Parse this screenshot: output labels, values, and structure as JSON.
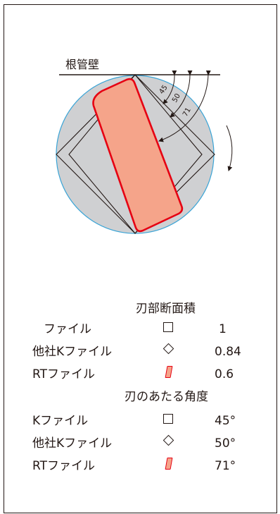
{
  "diagram": {
    "wall_label": "根管壁",
    "angle_labels": [
      "45",
      "50",
      "71"
    ],
    "colors": {
      "circle_fill": "#cfd0d2",
      "circle_stroke": "#3aa4d6",
      "rt_fill": "#f5a48a",
      "rt_stroke": "#e60012",
      "line": "#231815"
    }
  },
  "section_area": {
    "title": "刃部断面積",
    "rows": [
      {
        "name": "ファイル",
        "symbol": "square-icon",
        "value": "1"
      },
      {
        "name": "他社Kファイル",
        "symbol": "diamond-icon",
        "value": "0.84"
      },
      {
        "name": "RTファイル",
        "symbol": "rt-blade-icon",
        "value": "0.6"
      }
    ]
  },
  "section_angle": {
    "title": "刃のあたる角度",
    "rows": [
      {
        "name": "Kファイル",
        "symbol": "square-icon",
        "value": "45°"
      },
      {
        "name": "他社Kファイル",
        "symbol": "diamond-icon",
        "value": "50°"
      },
      {
        "name": "RTファイル",
        "symbol": "rt-blade-icon",
        "value": "71°"
      }
    ]
  }
}
